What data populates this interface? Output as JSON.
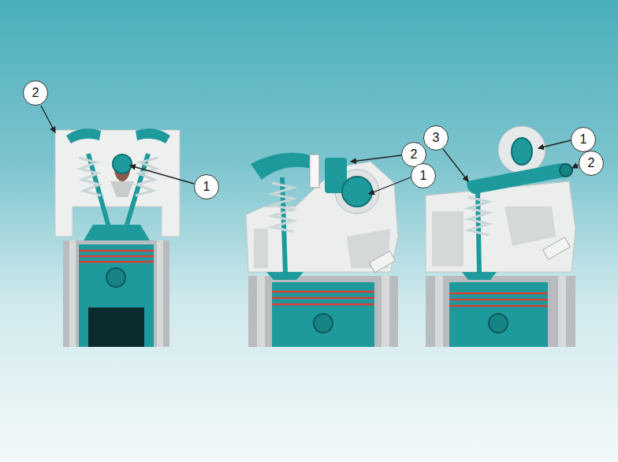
{
  "diagram": {
    "nodes": [
      {
        "text": [
          "2"
        ]
      },
      {
        "text": [
          "1"
        ]
      },
      {
        "text": [
          "2"
        ]
      },
      {
        "text": [
          "1"
        ]
      },
      {
        "text": [
          "3"
        ]
      },
      {
        "text": [
          "1"
        ]
      },
      {
        "text": [
          "2"
        ]
      }
    ]
  }
}
